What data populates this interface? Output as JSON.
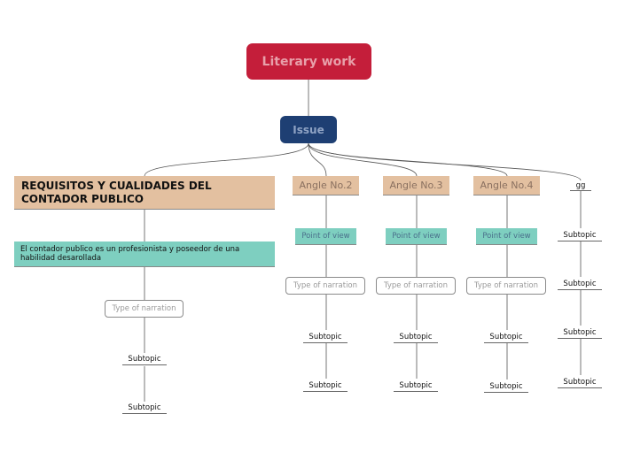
{
  "root": {
    "label": "Literary work"
  },
  "issue": {
    "label": "Issue"
  },
  "branch1": {
    "title": "REQUISITOS Y CUALIDADES DEL CONTADOR PUBLICO",
    "description": "El contador publico es un profesionista y poseedor de una habilidad desarollada",
    "narration": "Type of narration",
    "subtopics": [
      "Subtopic",
      "Subtopic"
    ]
  },
  "angles": [
    {
      "label": "Angle No.2",
      "point_of_view": "Point of view",
      "narration": "Type of narration",
      "subtopics": [
        "Subtopic",
        "Subtopic"
      ]
    },
    {
      "label": "Angle No.3",
      "point_of_view": "Point of view",
      "narration": "Type of narration",
      "subtopics": [
        "Subtopic",
        "Subtopic"
      ]
    },
    {
      "label": "Angle No.4",
      "point_of_view": "Point of view",
      "narration": "Type of narration",
      "subtopics": [
        "Subtopic",
        "Subtopic"
      ]
    }
  ],
  "branch5": {
    "label": "gg",
    "subtopics": [
      "Subtopic",
      "Subtopic",
      "Subtopic",
      "Subtopic"
    ]
  },
  "colors": {
    "root": "#c41e3a",
    "issue": "#1e3f73",
    "topic": "#e3c0a0",
    "point_of_view": "#7ecfc0",
    "connector": "#555555"
  }
}
